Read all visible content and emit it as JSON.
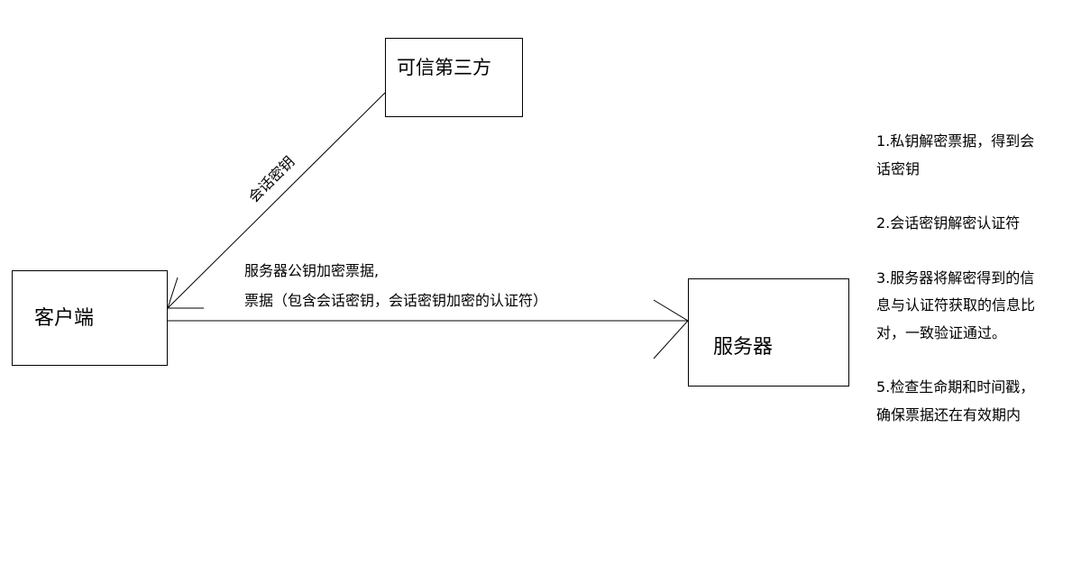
{
  "nodes": {
    "third_party": {
      "label": "可信第三方"
    },
    "client": {
      "label": "客户端"
    },
    "server": {
      "label": "服务器"
    }
  },
  "edges": {
    "third_party_to_client": {
      "label": "会话密钥"
    },
    "client_to_server": {
      "label_line1": "服务器公钥加密票据,",
      "label_line2": "票据（包含会话密钥，会话密钥加密的认证符）"
    }
  },
  "notes": [
    {
      "text": "1.私钥解密票据，得到会话密钥"
    },
    {
      "text": "2.会话密钥解密认证符"
    },
    {
      "text": "3.服务器将解密得到的信息与认证符获取的信息比对，一致验证通过。"
    },
    {
      "text": "5.检查生命期和时间戳，确保票据还在有效期内"
    }
  ]
}
